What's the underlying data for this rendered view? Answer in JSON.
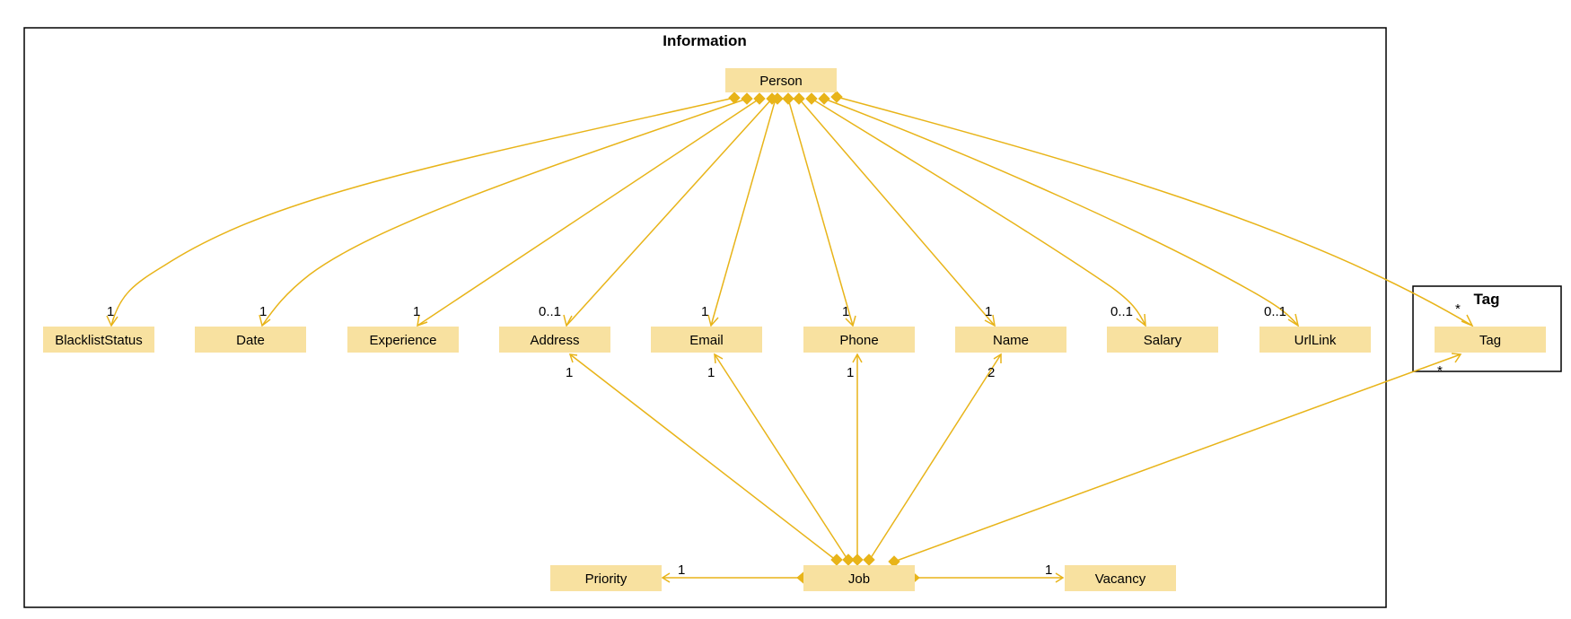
{
  "colors": {
    "class_fill": "#F8E1A0",
    "edge": "#E8B419",
    "frame": "#000000",
    "text": "#000000"
  },
  "packages": {
    "information": {
      "title": "Information"
    },
    "tag": {
      "title": "Tag"
    }
  },
  "classes": {
    "person": "Person",
    "blacklist": "BlacklistStatus",
    "date": "Date",
    "experience": "Experience",
    "address": "Address",
    "email": "Email",
    "phone": "Phone",
    "name": "Name",
    "salary": "Salary",
    "urllink": "UrlLink",
    "tag": "Tag",
    "priority": "Priority",
    "job": "Job",
    "vacancy": "Vacancy"
  },
  "multiplicities": {
    "person_blacklist": "1",
    "person_date": "1",
    "person_experience": "1",
    "person_address": "0..1",
    "person_email": "1",
    "person_phone": "1",
    "person_name": "1",
    "person_salary": "0..1",
    "person_urllink": "0..1",
    "person_tag": "*",
    "job_address": "1",
    "job_email": "1",
    "job_phone": "1",
    "job_name": "2",
    "job_tag": "*",
    "job_priority": "1",
    "job_vacancy": "1"
  }
}
